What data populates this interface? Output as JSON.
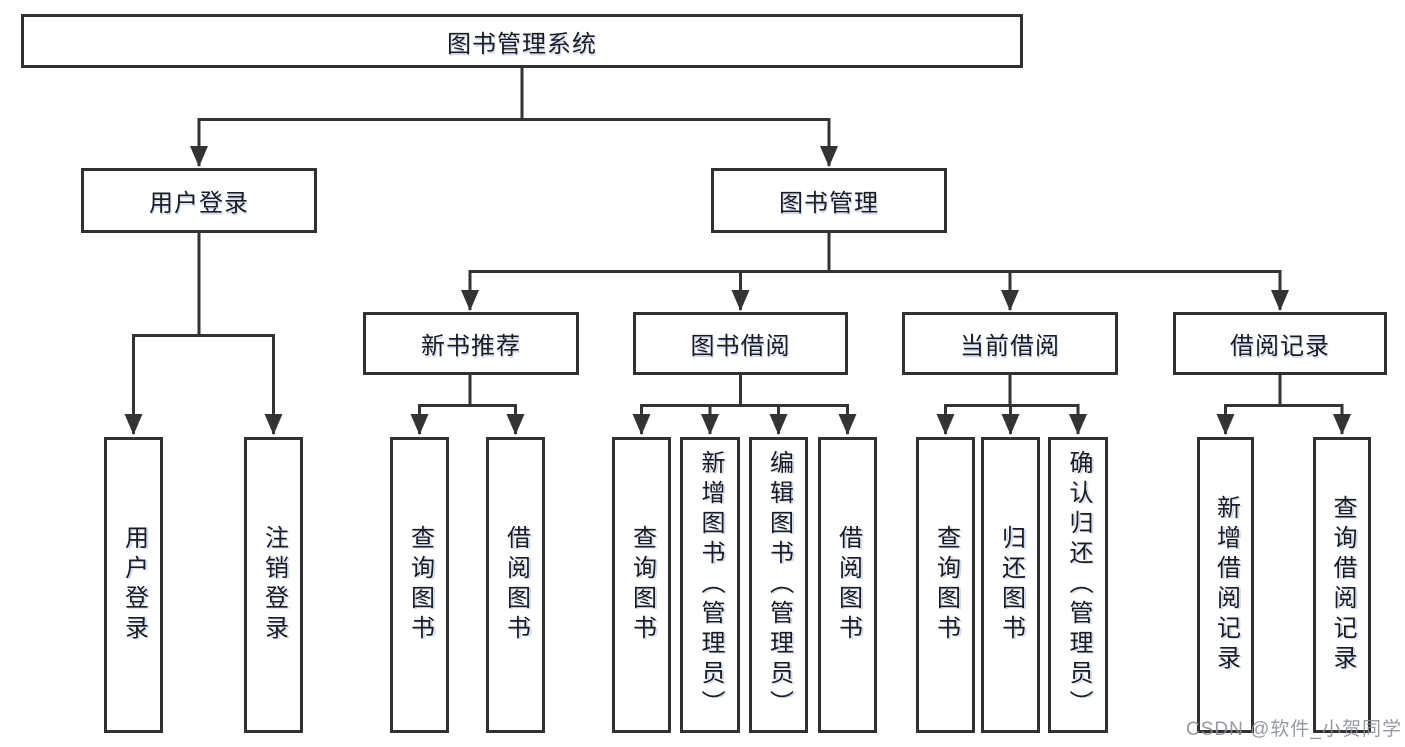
{
  "diagram": {
    "root": "图书管理系统",
    "branches": {
      "user_login": {
        "label": "用户登录",
        "children": [
          "用户登录",
          "注销登录"
        ]
      },
      "book_mgmt": {
        "label": "图书管理",
        "sections": {
          "new_book_rec": {
            "label": "新书推荐",
            "children": [
              "查询图书",
              "借阅图书"
            ]
          },
          "book_borrow": {
            "label": "图书借阅",
            "children": [
              "查询图书",
              "新增图书（管理员）",
              "编辑图书（管理员）",
              "借阅图书"
            ]
          },
          "current_borrow": {
            "label": "当前借阅",
            "children": [
              "查询图书",
              "归还图书",
              "确认归还（管理员）"
            ]
          },
          "borrow_records": {
            "label": "借阅记录",
            "children": [
              "新增借阅记录",
              "查询借阅记录"
            ]
          }
        }
      }
    }
  },
  "watermark": "CSDN @软件_小贺同学",
  "colors": {
    "line": "#333333",
    "box_border": "#313131",
    "text": "#1c1c1e",
    "watermark_gray": "#8a8e96",
    "background": "#ffffff"
  }
}
